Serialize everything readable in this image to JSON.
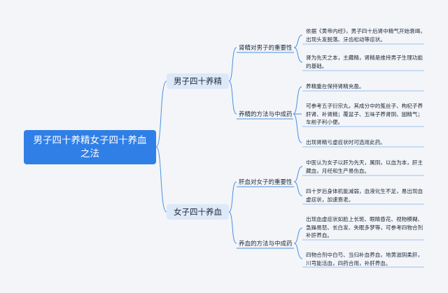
{
  "mindmap": {
    "root": {
      "label": "男子四十养精女子四十养血之法"
    },
    "branches": [
      {
        "label": "男子四十养精",
        "subtopics": [
          {
            "label": "肾精对男子的重要性",
            "leaves": [
              "依据《黄帝内经》，男子四十后肾中精气开始衰竭，出现头发脱落、牙齿松动等症状。",
              "肾为先天之本，主藏精，肾精是维持男子生理功能的基础。"
            ]
          },
          {
            "label": "养精的方法与中成药",
            "leaves": [
              "养精重在保持肾精充盈。",
              "可参考五子衍宗丸，其成分中的菟丝子、枸杞子养肝肾、补肾精；覆盆子、五味子养肾阴、固精气；车前子利小便。",
              "出现肾精亏虚症状时可选用此药。"
            ]
          }
        ]
      },
      {
        "label": "女子四十养血",
        "subtopics": [
          {
            "label": "肝血对女子的重要性",
            "leaves": [
              "中医认为女子以肝为先天，属阴，以血为本，肝主藏血，月经和生产易伤血。",
              "四十岁后身体机能减弱，血液化生不足，易出现血虚症状，加速衰老。"
            ]
          },
          {
            "label": "养血的方法与中成药",
            "leaves": [
              "出现血虚症状如脸上长斑、眼睛昏花、视物模糊、急躁易怒、长白发、失眠多梦等，可参考四物合剂补肝养血。",
              "四物合剂中白芍、当归补血养血，地黄滋阴柔肝，川芎能活血，四药合用，补肝养血。"
            ]
          }
        ]
      }
    ],
    "colors": {
      "root_bg": "#2f7fe6",
      "branch_bg": "#dde9f8",
      "line": "#4a90e2",
      "background": "#f3f5f9"
    }
  }
}
